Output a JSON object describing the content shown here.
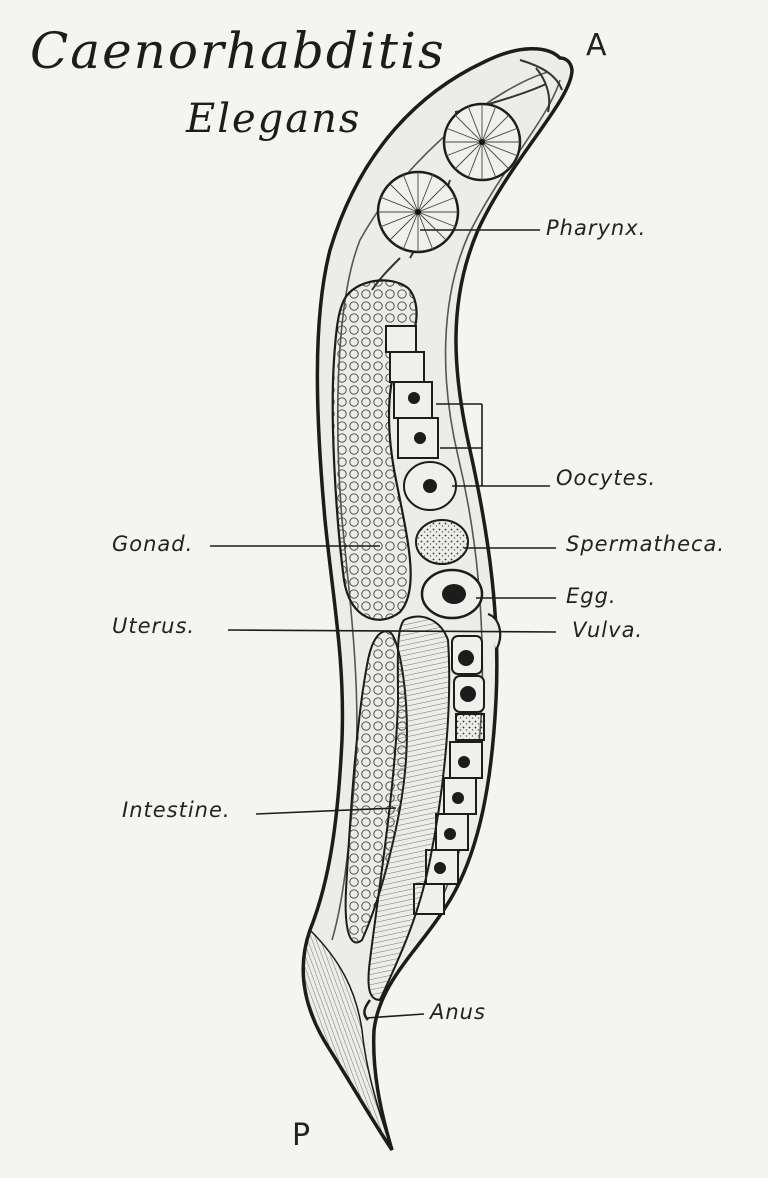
{
  "title": {
    "line1": "Caenorhabditis",
    "line2": "Elegans"
  },
  "orientation": {
    "anterior": "A",
    "posterior": "P"
  },
  "labels": {
    "pharynx": "Pharynx.",
    "oocytes": "Oocytes.",
    "spermatheca": "Spermatheca.",
    "gonad": "Gonad.",
    "egg": "Egg.",
    "uterus": "Uterus.",
    "vulva": "Vulva.",
    "intestine": "Intestine.",
    "anus": "Anus"
  },
  "colors": {
    "ink": "#1c1c1c",
    "paper": "#f4f4f1",
    "shade": "#9a9a96"
  }
}
